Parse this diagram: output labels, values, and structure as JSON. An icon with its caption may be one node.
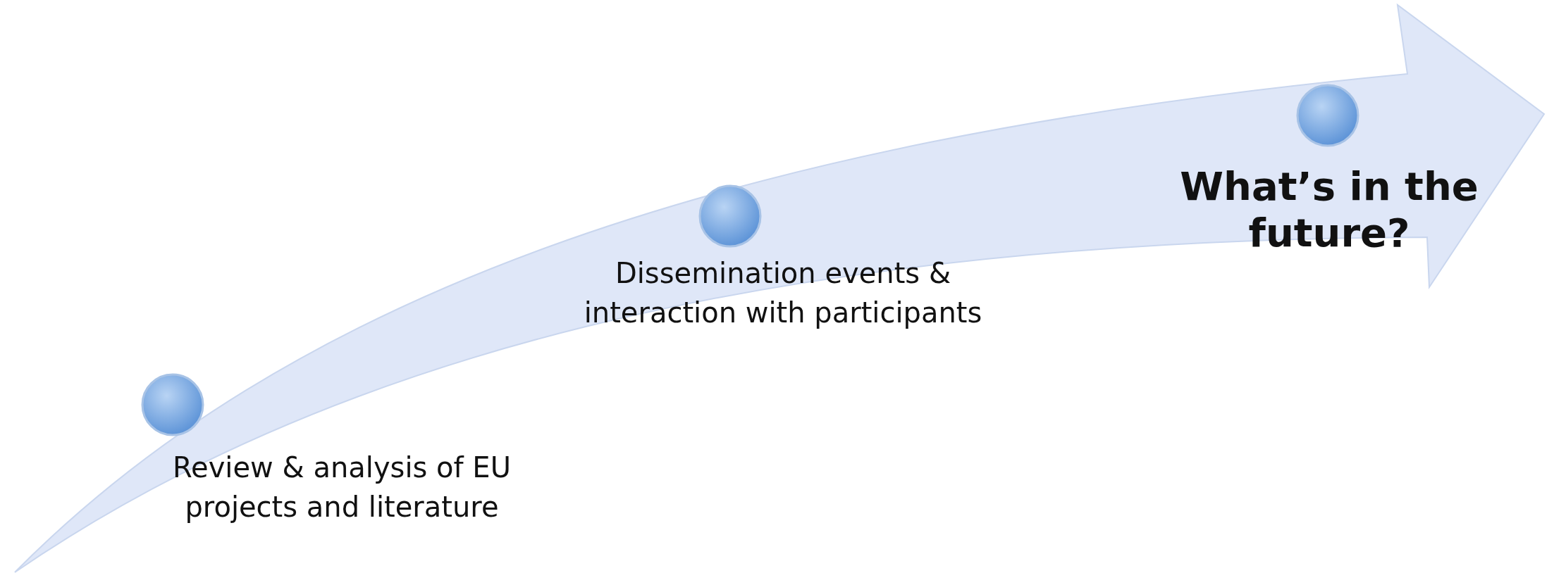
{
  "diagram": {
    "nodes": [
      {
        "text": [
          "Review & analysis of EU projects and literature"
        ]
      },
      {
        "text": [
          "Dissemination events & interaction with participants"
        ]
      },
      {
        "text": [
          "What’s in the future?"
        ]
      }
    ]
  }
}
